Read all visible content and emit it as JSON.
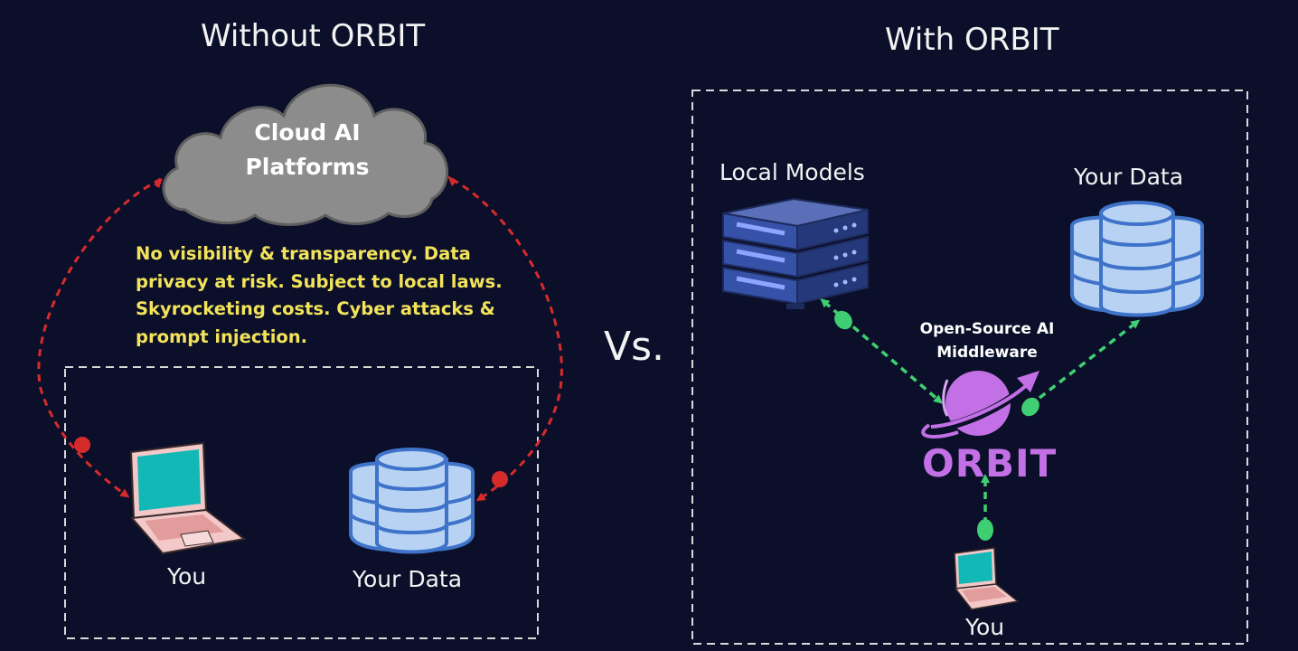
{
  "left_panel": {
    "title": "Without ORBIT",
    "cloud_line1": "Cloud AI",
    "cloud_line2": "Platforms",
    "warning_lines": [
      "No visibility & transparency. Data",
      "privacy at risk. Subject to local laws.",
      "Skyrocketing costs. Cyber attacks &",
      "prompt injection."
    ],
    "you_label": "You",
    "data_label": "Your Data"
  },
  "vs_label": "Vs.",
  "right_panel": {
    "title": "With ORBIT",
    "local_models_label": "Local Models",
    "data_label": "Your Data",
    "middleware_line1": "Open-Source AI",
    "middleware_line2": "Middleware",
    "orbit_label": "ORBIT",
    "you_label": "You"
  },
  "colors": {
    "background": "#0b0f2a",
    "warning_text": "#f2e35a",
    "red_arrow": "#d52b2b",
    "green_arrow": "#3fcf72",
    "orbit_purple": "#c36fe6",
    "database_blue": "#b7d2f3"
  }
}
